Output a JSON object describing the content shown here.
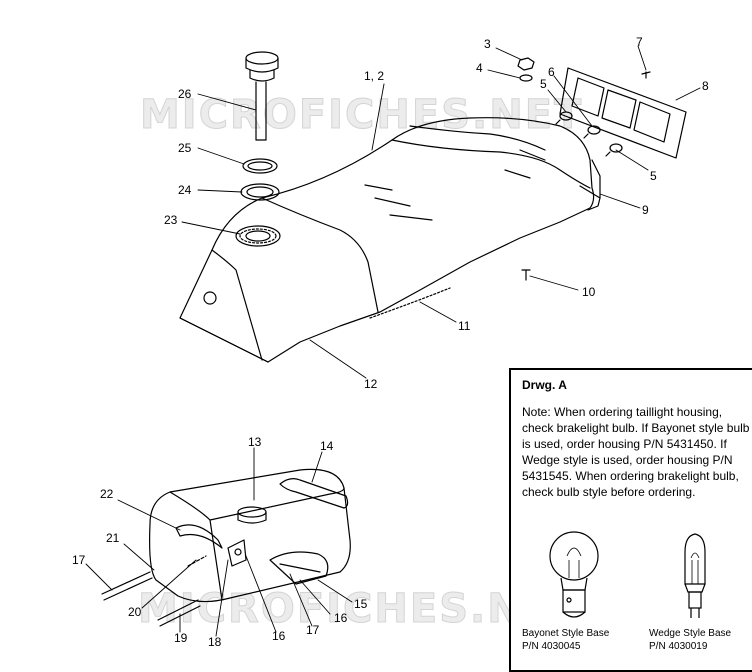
{
  "watermark": {
    "text_top": "MICROFICHES.NET",
    "text_bottom": "MICROFICHES.NET"
  },
  "callouts": {
    "c1_2": "1, 2",
    "c3": "3",
    "c4": "4",
    "c5a": "5",
    "c5b": "5",
    "c6": "6",
    "c7": "7",
    "c8": "8",
    "c9": "9",
    "c10": "10",
    "c11": "11",
    "c12": "12",
    "c13": "13",
    "c14": "14",
    "c15": "15",
    "c16a": "16",
    "c16b": "16",
    "c17a": "17",
    "c17b": "17",
    "c18": "18",
    "c19": "19",
    "c20": "20",
    "c21": "21",
    "c22": "22",
    "c23": "23",
    "c24": "24",
    "c25": "25",
    "c26": "26"
  },
  "note_box": {
    "title": "Drwg. A",
    "text": "Note: When ordering taillight housing, check brakelight bulb.  If Bayonet style bulb is  used, order housing P/N 5431450.  If Wedge style is used, order housing P/N 5431545.  When ordering brakelight bulb, check bulb style before ordering.",
    "bayonet_label": "Bayonet Style Base",
    "bayonet_pn": "P/N 4030045",
    "wedge_label": "Wedge Style Base",
    "wedge_pn": "P/N 4030019"
  }
}
